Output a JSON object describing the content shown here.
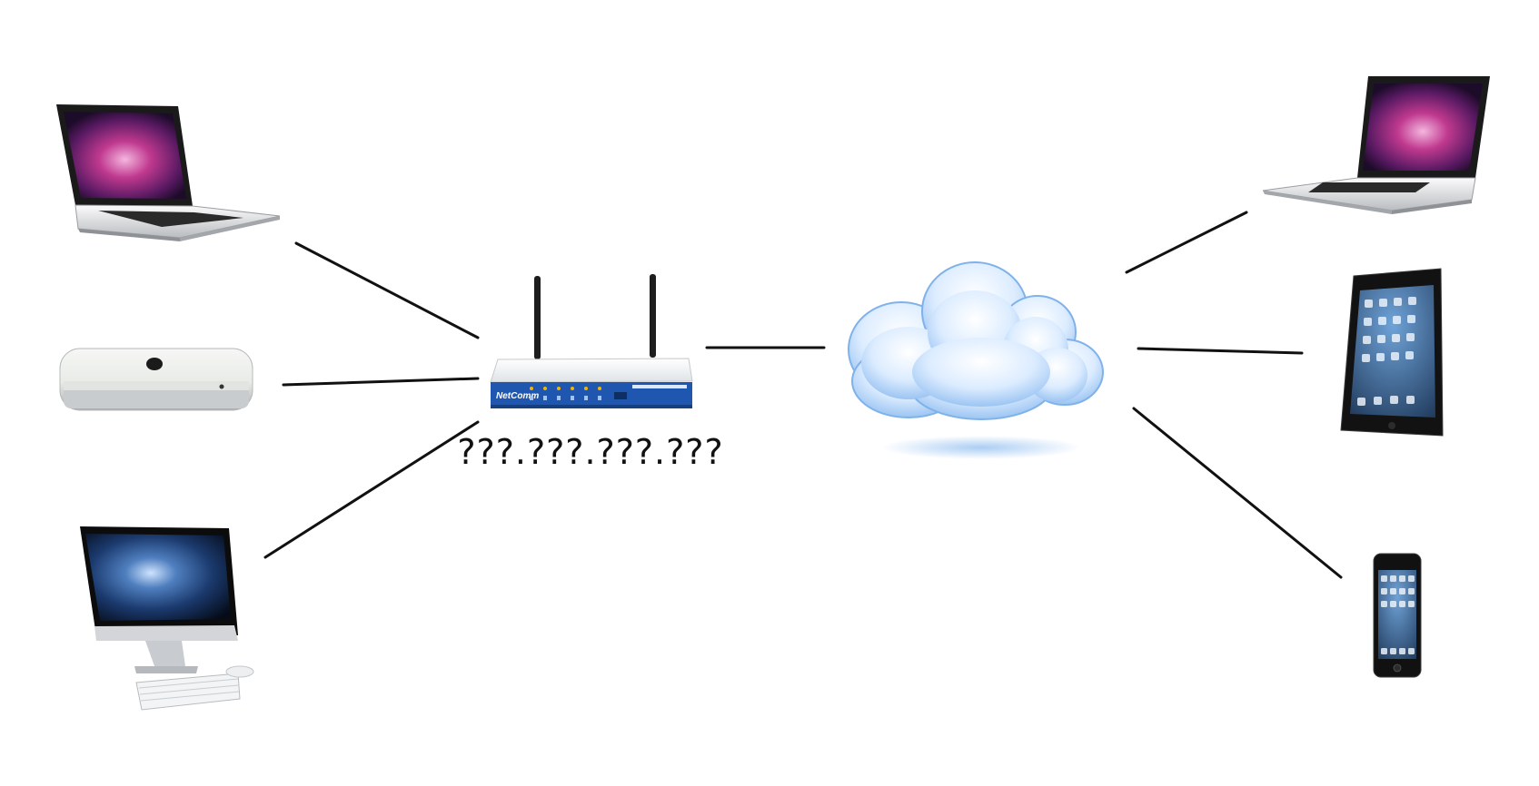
{
  "diagram": {
    "router_label": "???.???.???.???",
    "router_brand": "NetComm",
    "colors": {
      "line": "#111111",
      "router_blue": "#1f57b0",
      "cloud_light": "#f2f8ff",
      "cloud_blue": "#7fb2ea",
      "screen_purple": "#c0398f",
      "screen_space": "#1b3a6e"
    },
    "nodes": [
      {
        "id": "macbook-left",
        "icon": "laptop-icon"
      },
      {
        "id": "mac-mini",
        "icon": "mac-mini-icon"
      },
      {
        "id": "imac",
        "icon": "imac-icon"
      },
      {
        "id": "router",
        "icon": "router-icon"
      },
      {
        "id": "cloud",
        "icon": "cloud-icon"
      },
      {
        "id": "macbook-right",
        "icon": "laptop-icon"
      },
      {
        "id": "ipad",
        "icon": "tablet-icon"
      },
      {
        "id": "iphone",
        "icon": "phone-icon"
      }
    ],
    "connections": [
      {
        "from": "macbook-left",
        "to": "router"
      },
      {
        "from": "mac-mini",
        "to": "router"
      },
      {
        "from": "imac",
        "to": "router"
      },
      {
        "from": "router",
        "to": "cloud"
      },
      {
        "from": "cloud",
        "to": "macbook-right"
      },
      {
        "from": "cloud",
        "to": "ipad"
      },
      {
        "from": "cloud",
        "to": "iphone"
      }
    ]
  }
}
